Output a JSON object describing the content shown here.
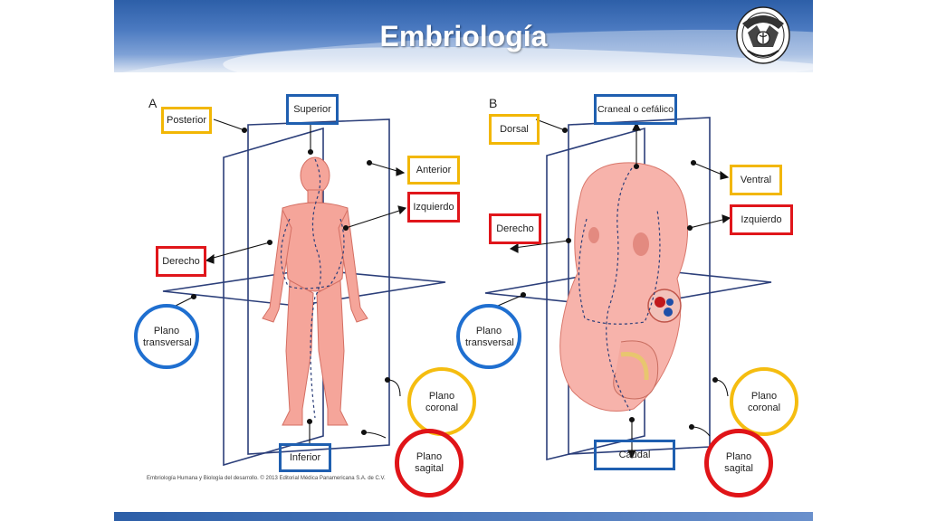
{
  "title": "Embriología",
  "figure": {
    "panel_a": {
      "letter": "A",
      "labels": {
        "posterior": "Posterior",
        "superior": "Superior",
        "anterior": "Anterior",
        "izquierdo": "Izquierdo",
        "derecho": "Derecho",
        "plano_transversal": "Plano transversal",
        "plano_coronal": "Plano coronal",
        "plano_sagital": "Plano sagital",
        "inferior": "Inferior"
      }
    },
    "panel_b": {
      "letter": "B",
      "labels": {
        "dorsal": "Dorsal",
        "craneal": "Craneal o cefálico",
        "ventral": "Ventral",
        "izquierdo": "Izquierdo",
        "derecho": "Derecho",
        "plano_transversal": "Plano transversal",
        "plano_coronal": "Plano coronal",
        "plano_sagital": "Plano sagital",
        "caudal": "Caudal"
      }
    },
    "credit": "Embriología Humana y Biología del desarrollo. © 2013 Editorial Médica Panamericana S.A. de C.V."
  },
  "colors": {
    "yellow_box": "#f2b705",
    "blue_box": "#1f5fb0",
    "red_box": "#e0161b",
    "blue_circle": "#1f6fd0",
    "yellow_circle": "#f5bd10",
    "red_circle": "#e01418",
    "plane_line": "#2c3f7a",
    "skin": "#f5a59a"
  }
}
